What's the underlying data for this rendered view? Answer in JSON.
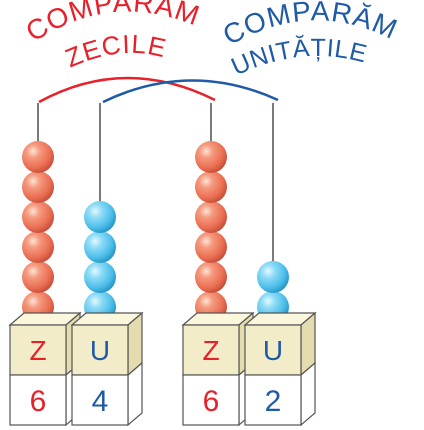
{
  "labels": {
    "tens_compare": [
      "COMPARĂM",
      "ZECILE"
    ],
    "units_compare": [
      "COMPARĂM",
      "UNITĂȚILE"
    ]
  },
  "colors": {
    "red": "#e8202a",
    "blue": "#1f5aa6",
    "red_bead": "#f07b5f",
    "blue_bead": "#54c6ee",
    "cube_face": "#f2edc8",
    "cube_top": "#fbf7dc",
    "rod": "#7a7a7a"
  },
  "abacuses": [
    {
      "name": "abacus-64",
      "columns": [
        {
          "letter": "Z",
          "digit": "6",
          "beads": 6,
          "bead_kind": "tens"
        },
        {
          "letter": "U",
          "digit": "4",
          "beads": 4,
          "bead_kind": "units"
        }
      ]
    },
    {
      "name": "abacus-62",
      "columns": [
        {
          "letter": "Z",
          "digit": "6",
          "beads": 6,
          "bead_kind": "tens"
        },
        {
          "letter": "U",
          "digit": "2",
          "beads": 2,
          "bead_kind": "units"
        }
      ]
    }
  ]
}
